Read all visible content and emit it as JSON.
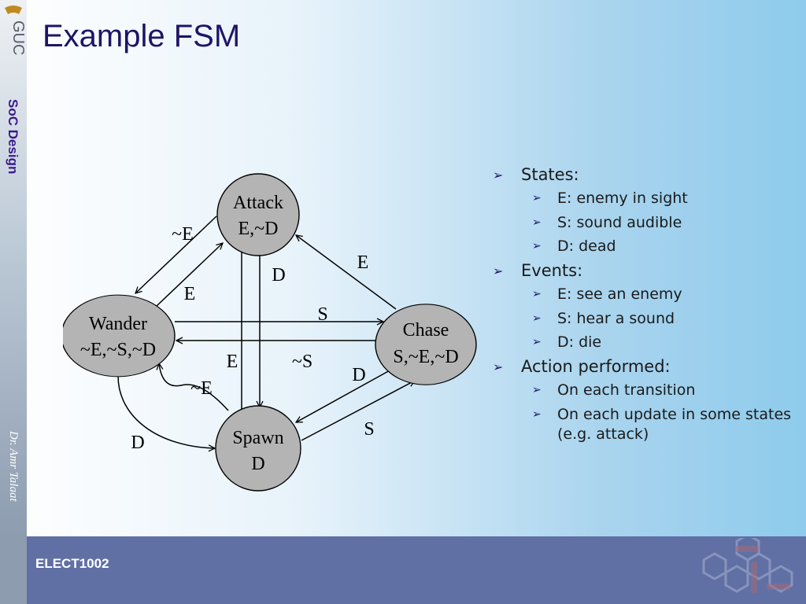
{
  "slide": {
    "title": "Example FSM",
    "logo_text": "GUC",
    "course_label": "SoC Design",
    "author": "Dr. Amr Talaat",
    "footer": "ELECT1002"
  },
  "diagram": {
    "states": [
      {
        "id": "attack",
        "name": "Attack",
        "output": "E,~D"
      },
      {
        "id": "wander",
        "name": "Wander",
        "output": "~E,~S,~D"
      },
      {
        "id": "chase",
        "name": "Chase",
        "output": "S,~E,~D"
      },
      {
        "id": "spawn",
        "name": "Spawn",
        "output": "D"
      }
    ],
    "transitions": [
      {
        "from": "attack",
        "to": "wander",
        "label": "~E"
      },
      {
        "from": "wander",
        "to": "attack",
        "label": "E"
      },
      {
        "from": "attack",
        "to": "spawn",
        "label": "D"
      },
      {
        "from": "chase",
        "to": "attack",
        "label": "E"
      },
      {
        "from": "wander",
        "to": "chase",
        "label": "S"
      },
      {
        "from": "chase",
        "to": "wander",
        "label": "~S"
      },
      {
        "from": "spawn",
        "to": "attack",
        "label": "E"
      },
      {
        "from": "spawn",
        "to": "wander",
        "label": "~E"
      },
      {
        "from": "wander",
        "to": "spawn",
        "label": "D"
      },
      {
        "from": "chase",
        "to": "spawn",
        "label": "D"
      },
      {
        "from": "spawn",
        "to": "chase",
        "label": "S"
      }
    ]
  },
  "bullets": [
    {
      "level": 1,
      "text": "States:"
    },
    {
      "level": 2,
      "text": "E: enemy in sight"
    },
    {
      "level": 2,
      "text": "S: sound audible"
    },
    {
      "level": 2,
      "text": "D: dead"
    },
    {
      "level": 1,
      "text": "Events:"
    },
    {
      "level": 2,
      "text": "E: see an enemy"
    },
    {
      "level": 2,
      "text": "S: hear a sound"
    },
    {
      "level": 2,
      "text": "D: die"
    },
    {
      "level": 1,
      "text": "Action performed:"
    },
    {
      "level": 2,
      "text": "On each transition"
    },
    {
      "level": 2,
      "text": "On each update in some states (e.g. attack)"
    }
  ],
  "colors": {
    "title": "#1e1467",
    "state_fill": "#b4b4b4",
    "footer_bar": "#6070a4",
    "course_label": "#3a1a8c"
  }
}
